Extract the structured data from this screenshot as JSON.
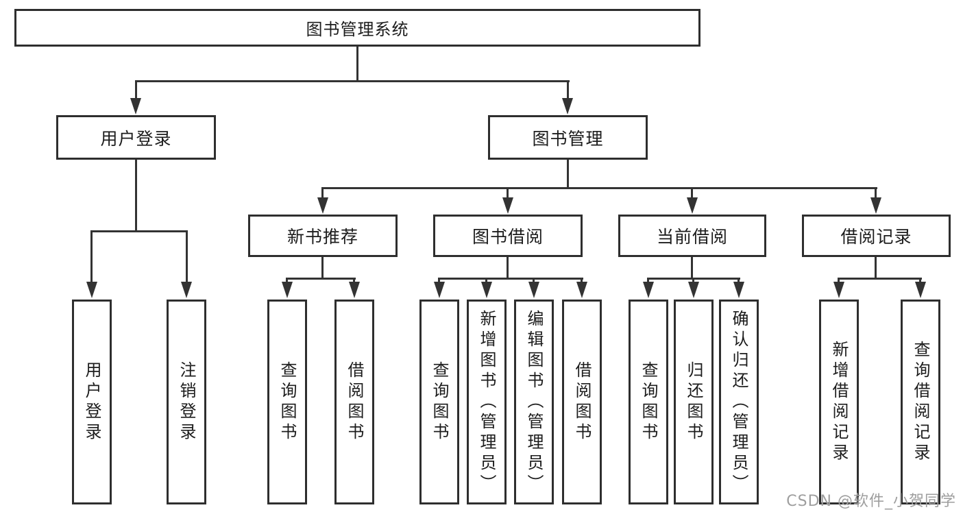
{
  "tree": {
    "root": {
      "label": "图书管理系统"
    },
    "branches": [
      {
        "label": "用户登录",
        "children": [
          {
            "label": "用户登录"
          },
          {
            "label": "注销登录"
          }
        ]
      },
      {
        "label": "图书管理",
        "groups": [
          {
            "label": "新书推荐",
            "children": [
              {
                "label": "查询图书"
              },
              {
                "label": "借阅图书"
              }
            ]
          },
          {
            "label": "图书借阅",
            "children": [
              {
                "label": "查询图书"
              },
              {
                "label": "新增图书（管理员）"
              },
              {
                "label": "编辑图书（管理员）"
              },
              {
                "label": "借阅图书"
              }
            ]
          },
          {
            "label": "当前借阅",
            "children": [
              {
                "label": "查询图书"
              },
              {
                "label": "归还图书"
              },
              {
                "label": "确认归还（管理员）"
              }
            ]
          },
          {
            "label": "借阅记录",
            "children": [
              {
                "label": "新增借阅记录"
              },
              {
                "label": "查询借阅记录"
              }
            ]
          }
        ]
      }
    ]
  },
  "watermark": {
    "text": "CSDN @软件_小贺同学"
  },
  "colors": {
    "line": "#333333",
    "border": "#2e2e2e",
    "text": "#1c1c1c",
    "bg": "#ffffff",
    "watermark": "#9e9e9e"
  }
}
